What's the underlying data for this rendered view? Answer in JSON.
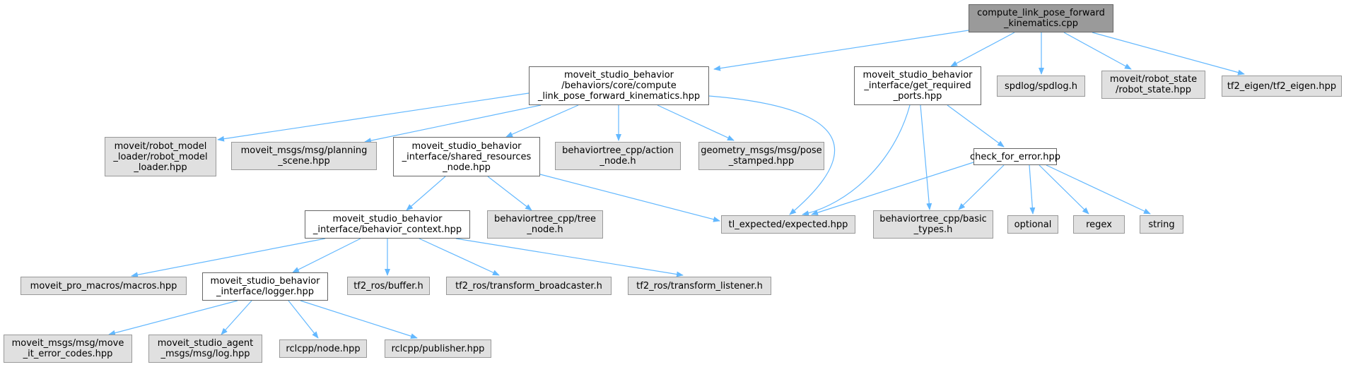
{
  "colors": {
    "edge": "#63b8ff",
    "root_fill": "#9a9a9a",
    "doc_fill": "#ffffff",
    "ext_fill": "#e0e0e0"
  },
  "nodes": {
    "root": "compute_link_pose_forward\n_kinematics.cpp",
    "hdr": "moveit_studio_behavior\n/behaviors/core/compute\n_link_pose_forward_kinematics.hpp",
    "grp": "moveit_studio_behavior\n_interface/get_required\n_ports.hpp",
    "spd": "spdlog/spdlog.h",
    "rst": "moveit/robot_state\n/robot_state.hpp",
    "tfe": "tf2_eigen/tf2_eigen.hpp",
    "rml": "moveit/robot_model\n_loader/robot_model\n_loader.hpp",
    "mps": "moveit_msgs/msg/planning\n_scene.hpp",
    "srn": "moveit_studio_behavior\n_interface/shared_resources\n_node.hpp",
    "act": "behaviortree_cpp/action\n_node.h",
    "pst": "geometry_msgs/msg/pose\n_stamped.hpp",
    "cfe": "check_for_error.hpp",
    "bctx": "moveit_studio_behavior\n_interface/behavior_context.hpp",
    "tree": "behaviortree_cpp/tree\n_node.h",
    "tle": "tl_expected/expected.hpp",
    "bt": "behaviortree_cpp/basic\n_types.h",
    "opt": "optional",
    "rgx": "regex",
    "str": "string",
    "mac": "moveit_pro_macros/macros.hpp",
    "log": "moveit_studio_behavior\n_interface/logger.hpp",
    "buf": "tf2_ros/buffer.h",
    "tbr": "tf2_ros/transform_broadcaster.h",
    "tli": "tf2_ros/transform_listener.h",
    "mec": "moveit_msgs/msg/move\n_it_error_codes.hpp",
    "lgm": "moveit_studio_agent\n_msgs/msg/log.hpp",
    "rnd": "rclcpp/node.hpp",
    "rpb": "rclcpp/publisher.hpp"
  }
}
